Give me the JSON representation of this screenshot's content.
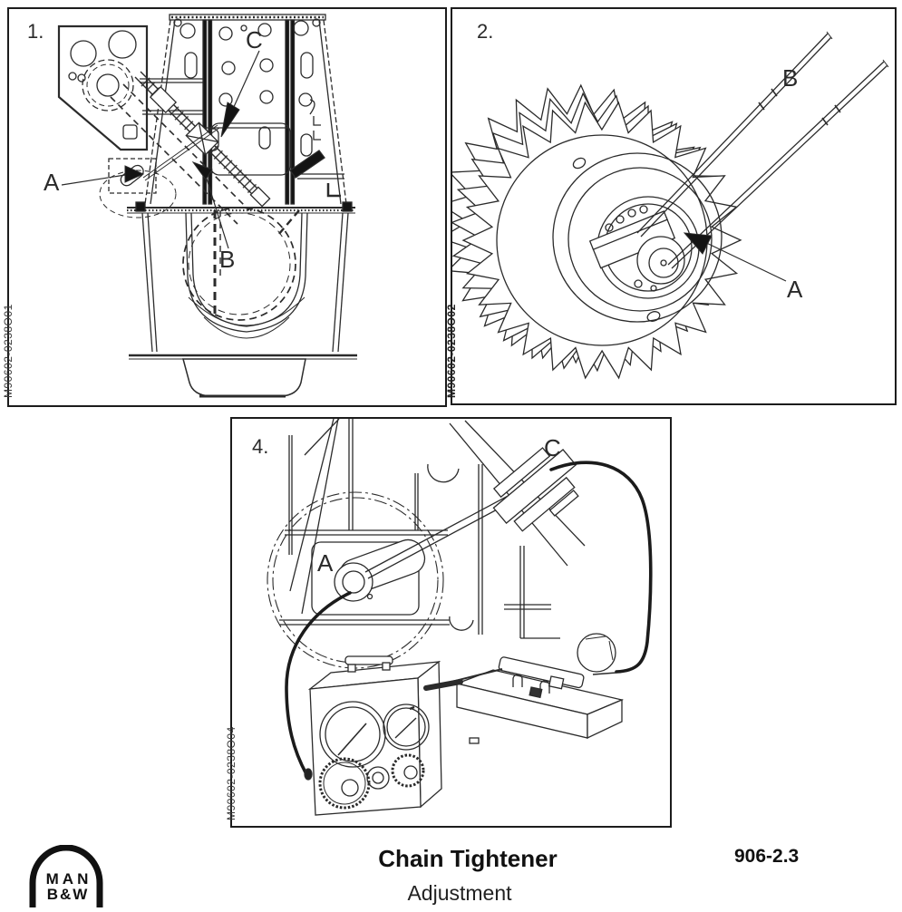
{
  "page": {
    "title": "Chain Tightener",
    "subtitle": "Adjustment",
    "section_number": "906-2.3",
    "logo_line1": "MAN",
    "logo_line2": "B&W"
  },
  "figures": {
    "fig1": {
      "number": "1.",
      "drawing_id": "M90602-0238O01",
      "label_a": "A",
      "label_b": "B",
      "label_c": "C"
    },
    "fig2": {
      "number": "2.",
      "drawing_id": "M90602-0238O02",
      "label_a": "A",
      "label_b": "B"
    },
    "fig4": {
      "number": "4.",
      "drawing_id": "M90602-0238O04",
      "label_a": "A",
      "label_c": "C"
    }
  }
}
